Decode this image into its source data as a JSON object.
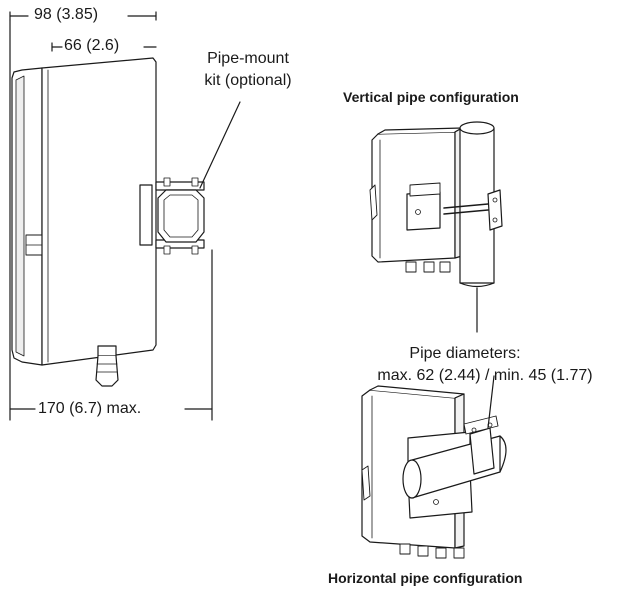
{
  "dimensions": {
    "depth_total": "98 (3.85)",
    "depth_body": "66 (2.6)",
    "height_max": "170 (6.7) max."
  },
  "pipe_mount": {
    "line1": "Pipe-mount",
    "line2": "kit (optional)"
  },
  "vertical_title": "Vertical pipe configuration",
  "diameters": {
    "line1": "Pipe diameters:",
    "line2": "max. 62 (2.44) / min. 45 (1.77)"
  },
  "horizontal_title": "Horizontal pipe configuration"
}
